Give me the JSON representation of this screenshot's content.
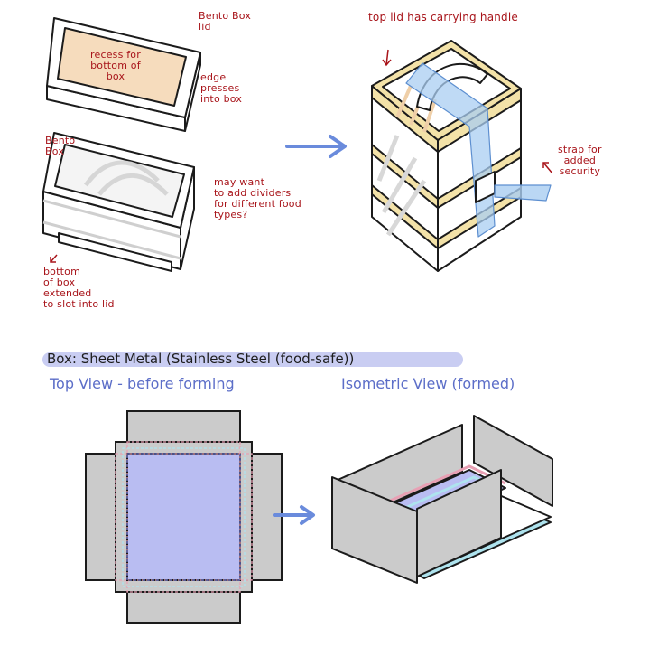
{
  "annotations": {
    "bento_box_lid": "Bento Box\nlid",
    "recess": "recess for\nbottom of\nbox",
    "edge": "edge\npresses\ninto box",
    "bento_box": "Bento\nBox",
    "dividers": "may want\nto add dividers\nfor different food\ntypes?",
    "bottom_extended": "bottom\nof box\nextended\nto slot into lid",
    "handle": "top lid has carrying handle",
    "strap": "strap for\nadded\nsecurity"
  },
  "headings": {
    "material": "Box: Sheet Metal (Stainless Steel (food-safe))",
    "top_view": "Top View - before forming",
    "iso_view": "Isometric View (formed)"
  },
  "colors": {
    "lid_tan": "#f6dcbd",
    "lid_rim": "#f3e2a8",
    "metal_gray": "#cbcbcb",
    "base_purple": "#b9bdf2",
    "fold_pink": "#e8a0b4",
    "fold_cyan": "#aee3ee",
    "strap_blue": "#a9cdf1",
    "arrow_blue": "#6a8bdc",
    "note_red": "#a8141a",
    "heading_blue": "#5c6ec8"
  }
}
